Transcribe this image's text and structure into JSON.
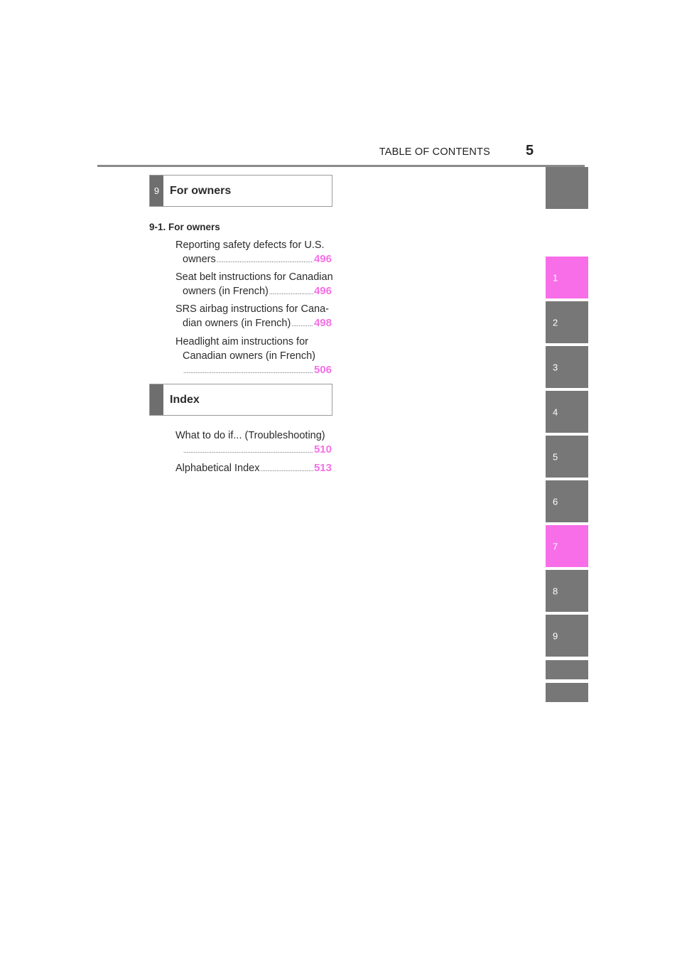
{
  "header": {
    "title": "TABLE OF CONTENTS",
    "page_number": "5"
  },
  "sections": [
    {
      "number": "9",
      "title": "For owners"
    },
    {
      "number": "",
      "title": "Index"
    }
  ],
  "subsection": "9-1.   For owners",
  "entries": [
    {
      "line1": "Reporting safety defects for U.S.",
      "line2": "owners",
      "page": "496"
    },
    {
      "line1": "Seat belt instructions for Canadian",
      "line2": "owners (in French)",
      "page": "496"
    },
    {
      "line1": "SRS airbag instructions for Cana-",
      "line2": "dian owners (in French)",
      "page": "498"
    },
    {
      "line1": "Headlight aim instructions for",
      "line2": "Canadian owners (in French)",
      "line3": "",
      "page": "506"
    },
    {
      "line1": "What to do if... (Troubleshooting)",
      "line2": "",
      "page": "510"
    },
    {
      "line1": "Alphabetical Index",
      "page": "513"
    }
  ],
  "tabs": [
    "",
    "1",
    "2",
    "3",
    "4",
    "5",
    "6",
    "7",
    "8",
    "9",
    "",
    ""
  ],
  "colors": {
    "accent": "#f56fe6",
    "tab_gray": "#777777",
    "tab_pink": "#f86ee8"
  }
}
